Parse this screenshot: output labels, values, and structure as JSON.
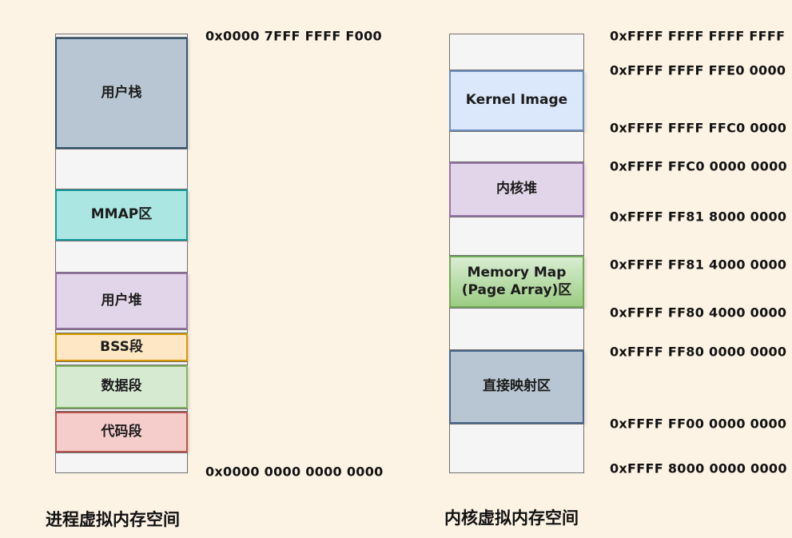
{
  "background_color": "#fdf3e5",
  "text_color": "#121212",
  "left_diagram": {
    "title": "进程虚拟内存空间",
    "top_address": "0x0000 7FFF FFFF F000",
    "bottom_address": "0x0000 0000 0000 0000",
    "segments": [
      {
        "name": "top-strip",
        "label": "",
        "fill": "#f5f5f5"
      },
      {
        "name": "user-stack",
        "label": "用户栈",
        "fill": "#b7c6d2",
        "border": "#35566f"
      },
      {
        "name": "free-1",
        "label": "",
        "fill": "#f5f5f5"
      },
      {
        "name": "mmap",
        "label": "MMAP区",
        "fill": "#abe6e3",
        "border": "#169a9e"
      },
      {
        "name": "free-2",
        "label": "",
        "fill": "#f5f5f5"
      },
      {
        "name": "user-heap",
        "label": "用户堆",
        "fill": "#e2d5e9",
        "border": "#9673a6"
      },
      {
        "name": "gap-1",
        "label": "",
        "fill": "#f5f5f5"
      },
      {
        "name": "bss-segment",
        "label": "BSS段",
        "fill": "#fde7c4",
        "border": "#d79b00"
      },
      {
        "name": "gap-2",
        "label": "",
        "fill": "#f5f5f5"
      },
      {
        "name": "data-segment",
        "label": "数据段",
        "fill": "#d6ead2",
        "border": "#82b366"
      },
      {
        "name": "gap-3",
        "label": "",
        "fill": "#f5f5f5"
      },
      {
        "name": "code-segment",
        "label": "代码段",
        "fill": "#f5cecb",
        "border": "#b85450"
      },
      {
        "name": "free-bottom",
        "label": "",
        "fill": "#f5f5f5"
      }
    ]
  },
  "right_diagram": {
    "title": "内核虚拟内存空间",
    "segments": [
      {
        "name": "free-top",
        "label": "",
        "fill": "#f5f5f5"
      },
      {
        "name": "kernel-image",
        "label": "Kernel Image",
        "fill": "#dbe8fb",
        "border": "#6c8ebf"
      },
      {
        "name": "free-1",
        "label": "",
        "fill": "#f5f5f5"
      },
      {
        "name": "kernel-heap",
        "label": "内核堆",
        "fill": "#e2d5e9",
        "border": "#9673a6"
      },
      {
        "name": "free-2",
        "label": "",
        "fill": "#f5f5f5"
      },
      {
        "name": "memory-map-page-array",
        "label": "Memory Map\n(Page Array)区",
        "fill_top": "#d9edd2",
        "fill_bottom": "#9ccd83",
        "border": "#72a95a"
      },
      {
        "name": "free-3",
        "label": "",
        "fill": "#f5f5f5"
      },
      {
        "name": "direct-mapping",
        "label": "直接映射区",
        "fill": "#b7c6d2",
        "border": "#46678a"
      },
      {
        "name": "free-bottom",
        "label": "",
        "fill": "#f5f5f5"
      }
    ],
    "addresses": [
      "0xFFFF FFFF FFFF FFFF",
      "0xFFFF FFFF FFE0 0000",
      "0xFFFF FFFF FFC0 0000",
      "0xFFFF FFC0 0000 0000",
      "0xFFFF FF81 8000 0000",
      "0xFFFF FF81 4000 0000",
      "0xFFFF FF80 4000 0000",
      "0xFFFF FF80 0000 0000",
      "0xFFFF FF00 0000 0000",
      "0xFFFF 8000 0000 0000"
    ]
  }
}
